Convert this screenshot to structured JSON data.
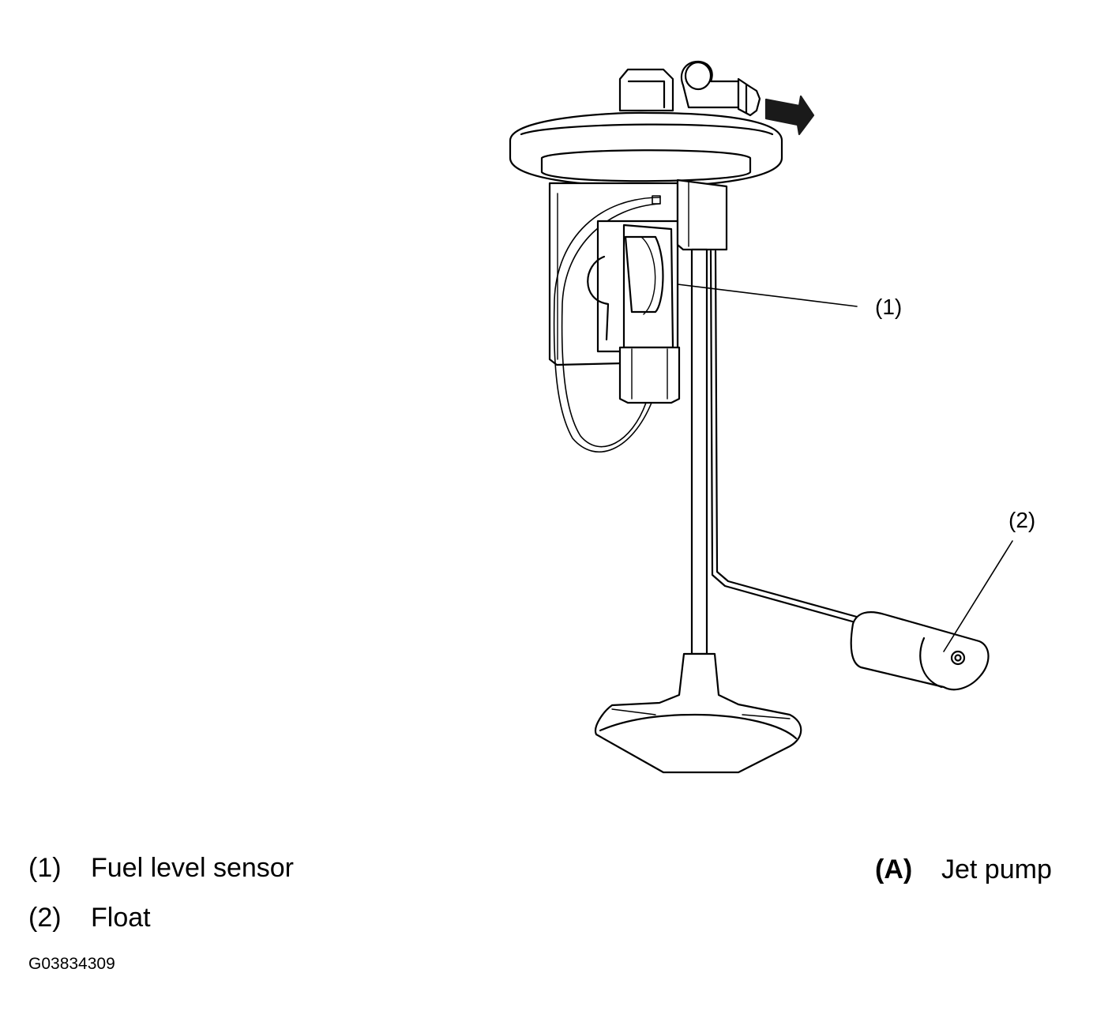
{
  "callouts": {
    "c1": "(1)",
    "c2": "(2)"
  },
  "legend": {
    "items": [
      {
        "num": "(1)",
        "text": "Fuel level sensor"
      },
      {
        "num": "(2)",
        "text": "Float"
      }
    ],
    "right": {
      "key": "(A)",
      "text": "Jet pump"
    }
  },
  "figure_id": "G03834309",
  "colors": {
    "line": "#000000",
    "fill": "#ffffff",
    "arrow": "#1a1a1a"
  }
}
